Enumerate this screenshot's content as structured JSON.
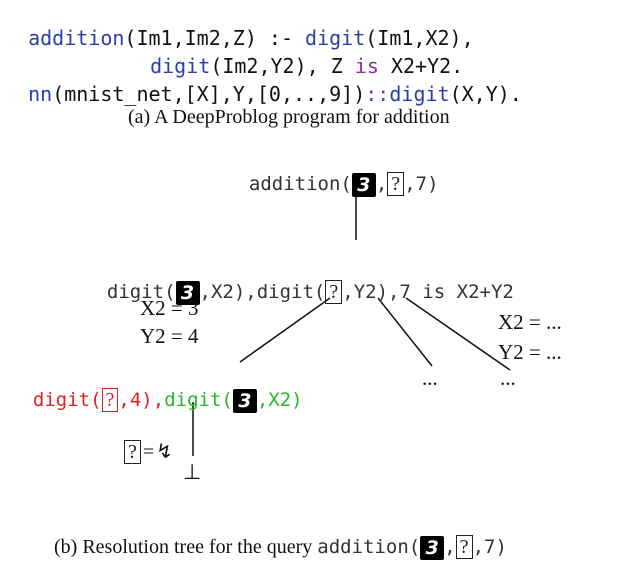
{
  "program": {
    "line1_head": "addition",
    "line1_args": "(Im1,Im2,Z)",
    "line1_op": " :- ",
    "line1_body": "digit",
    "line1_body_args": "(Im1,X2),",
    "line2_body": "digit",
    "line2_body_args": "(Im2,Y2),",
    "line2_rest": " Z ",
    "line2_is": "is",
    "line2_expr": " X2+Y2.",
    "line3_nn": "nn",
    "line3_args": "(mnist_net,[X],Y,[0,..,9])",
    "line3_op": "::",
    "line3_digit": "digit",
    "line3_tail": "(X,Y)."
  },
  "caption_a": "(a) A DeepProblog program for addition",
  "tree": {
    "root_pre": "addition(",
    "root_comma": ",",
    "root_post": ",7)",
    "mid_pre": "digit(",
    "mid_a": ",X2),digit(",
    "mid_b": ",Y2),7 is X2+Y2",
    "eq_x": "X2 = 3",
    "eq_y": "Y2 = 4",
    "eq_x2": "X2 = ...",
    "eq_y2": "Y2 = ...",
    "red_pre": "digit(",
    "red_post": ",4),",
    "green_pre": "digit(",
    "green_post": ",X2)",
    "dots1": "...",
    "dots2": "...",
    "fail_eq": "=",
    "fail_sym": "↯",
    "bottom": "⊥",
    "qmark": "?",
    "digit_img": "3"
  },
  "caption_b_pre": "(b) Resolution tree for the query ",
  "caption_b_code": "addition(",
  "caption_b_post": ",7)"
}
